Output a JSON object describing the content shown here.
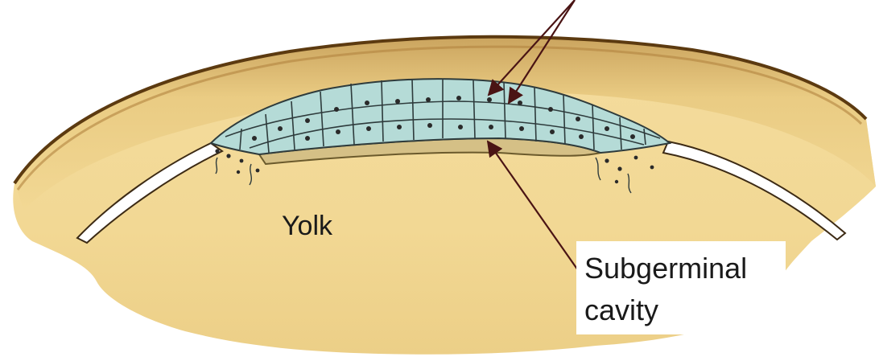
{
  "labels": {
    "yolk": "Yolk",
    "subgerminal_line1": "Subgerminal",
    "subgerminal_line2": "cavity"
  },
  "colors": {
    "yolk_fill": "#f1d493",
    "yolk_light": "#f7e6b8",
    "yolk_shell_edge": "#8a5a1c",
    "blastoderm_cells": "#b7dcd9",
    "cell_outline": "#2e3b3c",
    "cavity": "#d9c48e",
    "arrow": "#4a1414"
  }
}
